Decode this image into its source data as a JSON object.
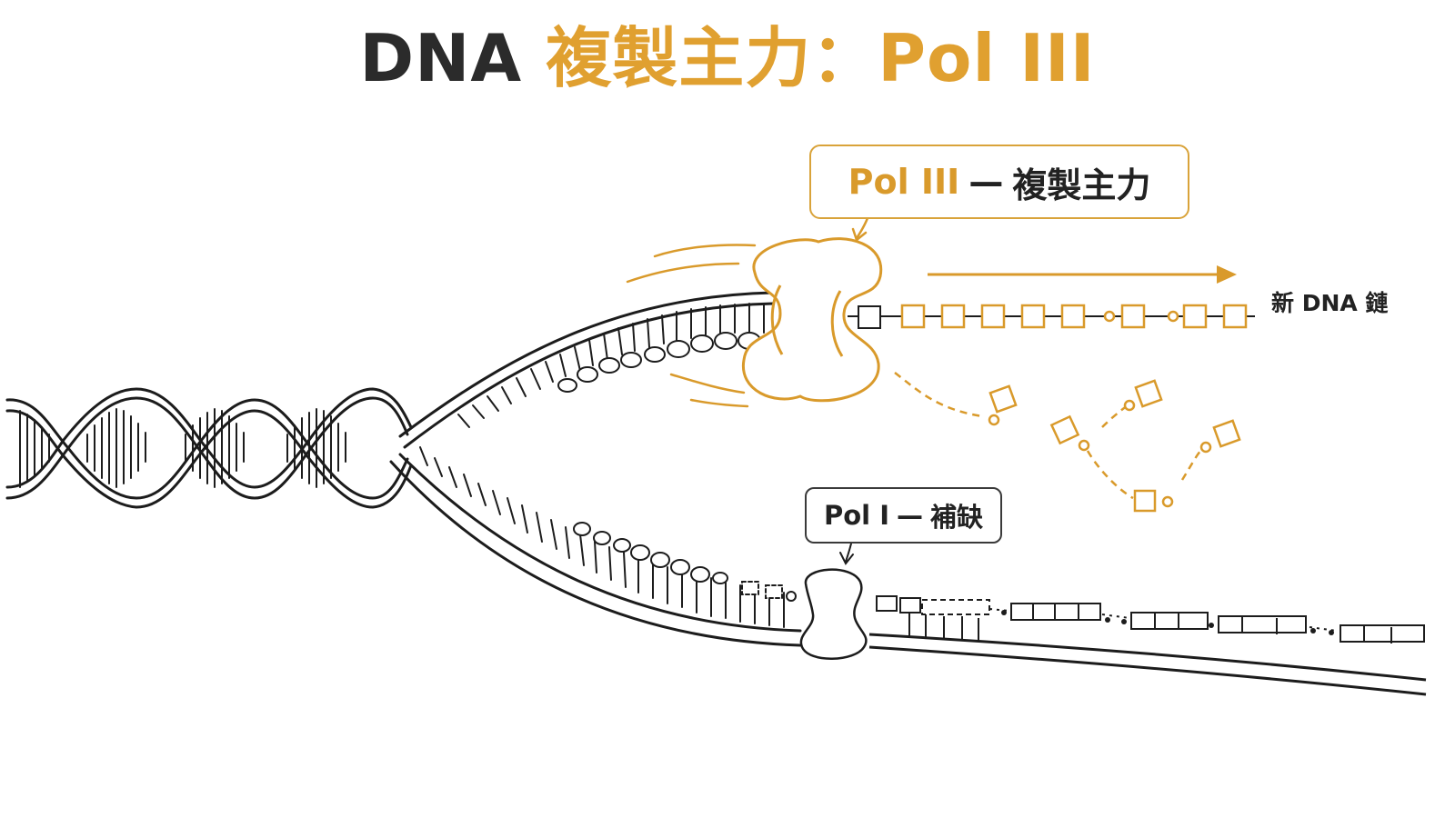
{
  "title": {
    "prefix": "DNA",
    "highlight": "複製主力：Pol III"
  },
  "callouts": {
    "pol3": {
      "name": "Pol III",
      "separator": "—",
      "description": "複製主力"
    },
    "pol1": {
      "name": "Pol I",
      "separator": "—",
      "description": "補缺"
    }
  },
  "labels": {
    "new_strand": "新 DNA 鏈"
  },
  "colors": {
    "accent_gold": "#d99a2b",
    "title_gold": "#e0a030",
    "ink": "#2b2b2b",
    "background": "#ffffff"
  }
}
